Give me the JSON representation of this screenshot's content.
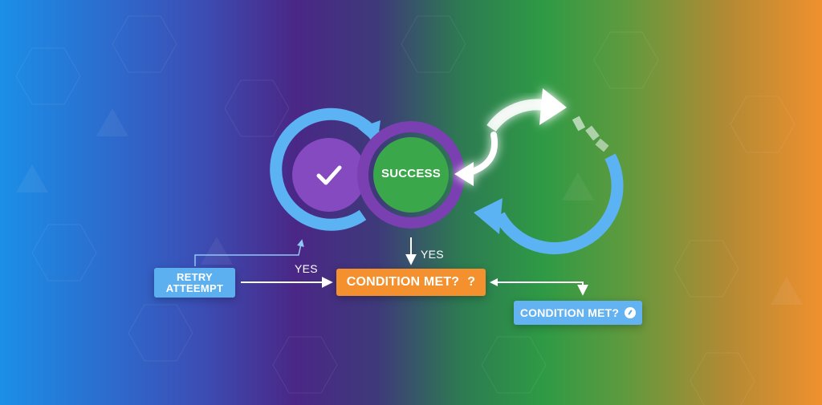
{
  "nodes": {
    "success": "SUCCESS",
    "retry": "RETRY\nATTEEMPT",
    "condition_main": "CONDITION MET?",
    "condition_main_mark": "?",
    "condition_side": "CONDITION MET?"
  },
  "edges": {
    "yes_left": "YES",
    "yes_top": "YES"
  },
  "icons": {
    "check": "check-icon",
    "question": "question-icon",
    "gauge": "gauge-icon"
  },
  "colors": {
    "blue_loop": "#5cb3f3",
    "purple_loop": "#7a3fb0",
    "purple_core": "#8549c0",
    "success_green": "#3aa84a",
    "orange_box": "#f4902e",
    "blue_box": "#5cb0f0"
  }
}
